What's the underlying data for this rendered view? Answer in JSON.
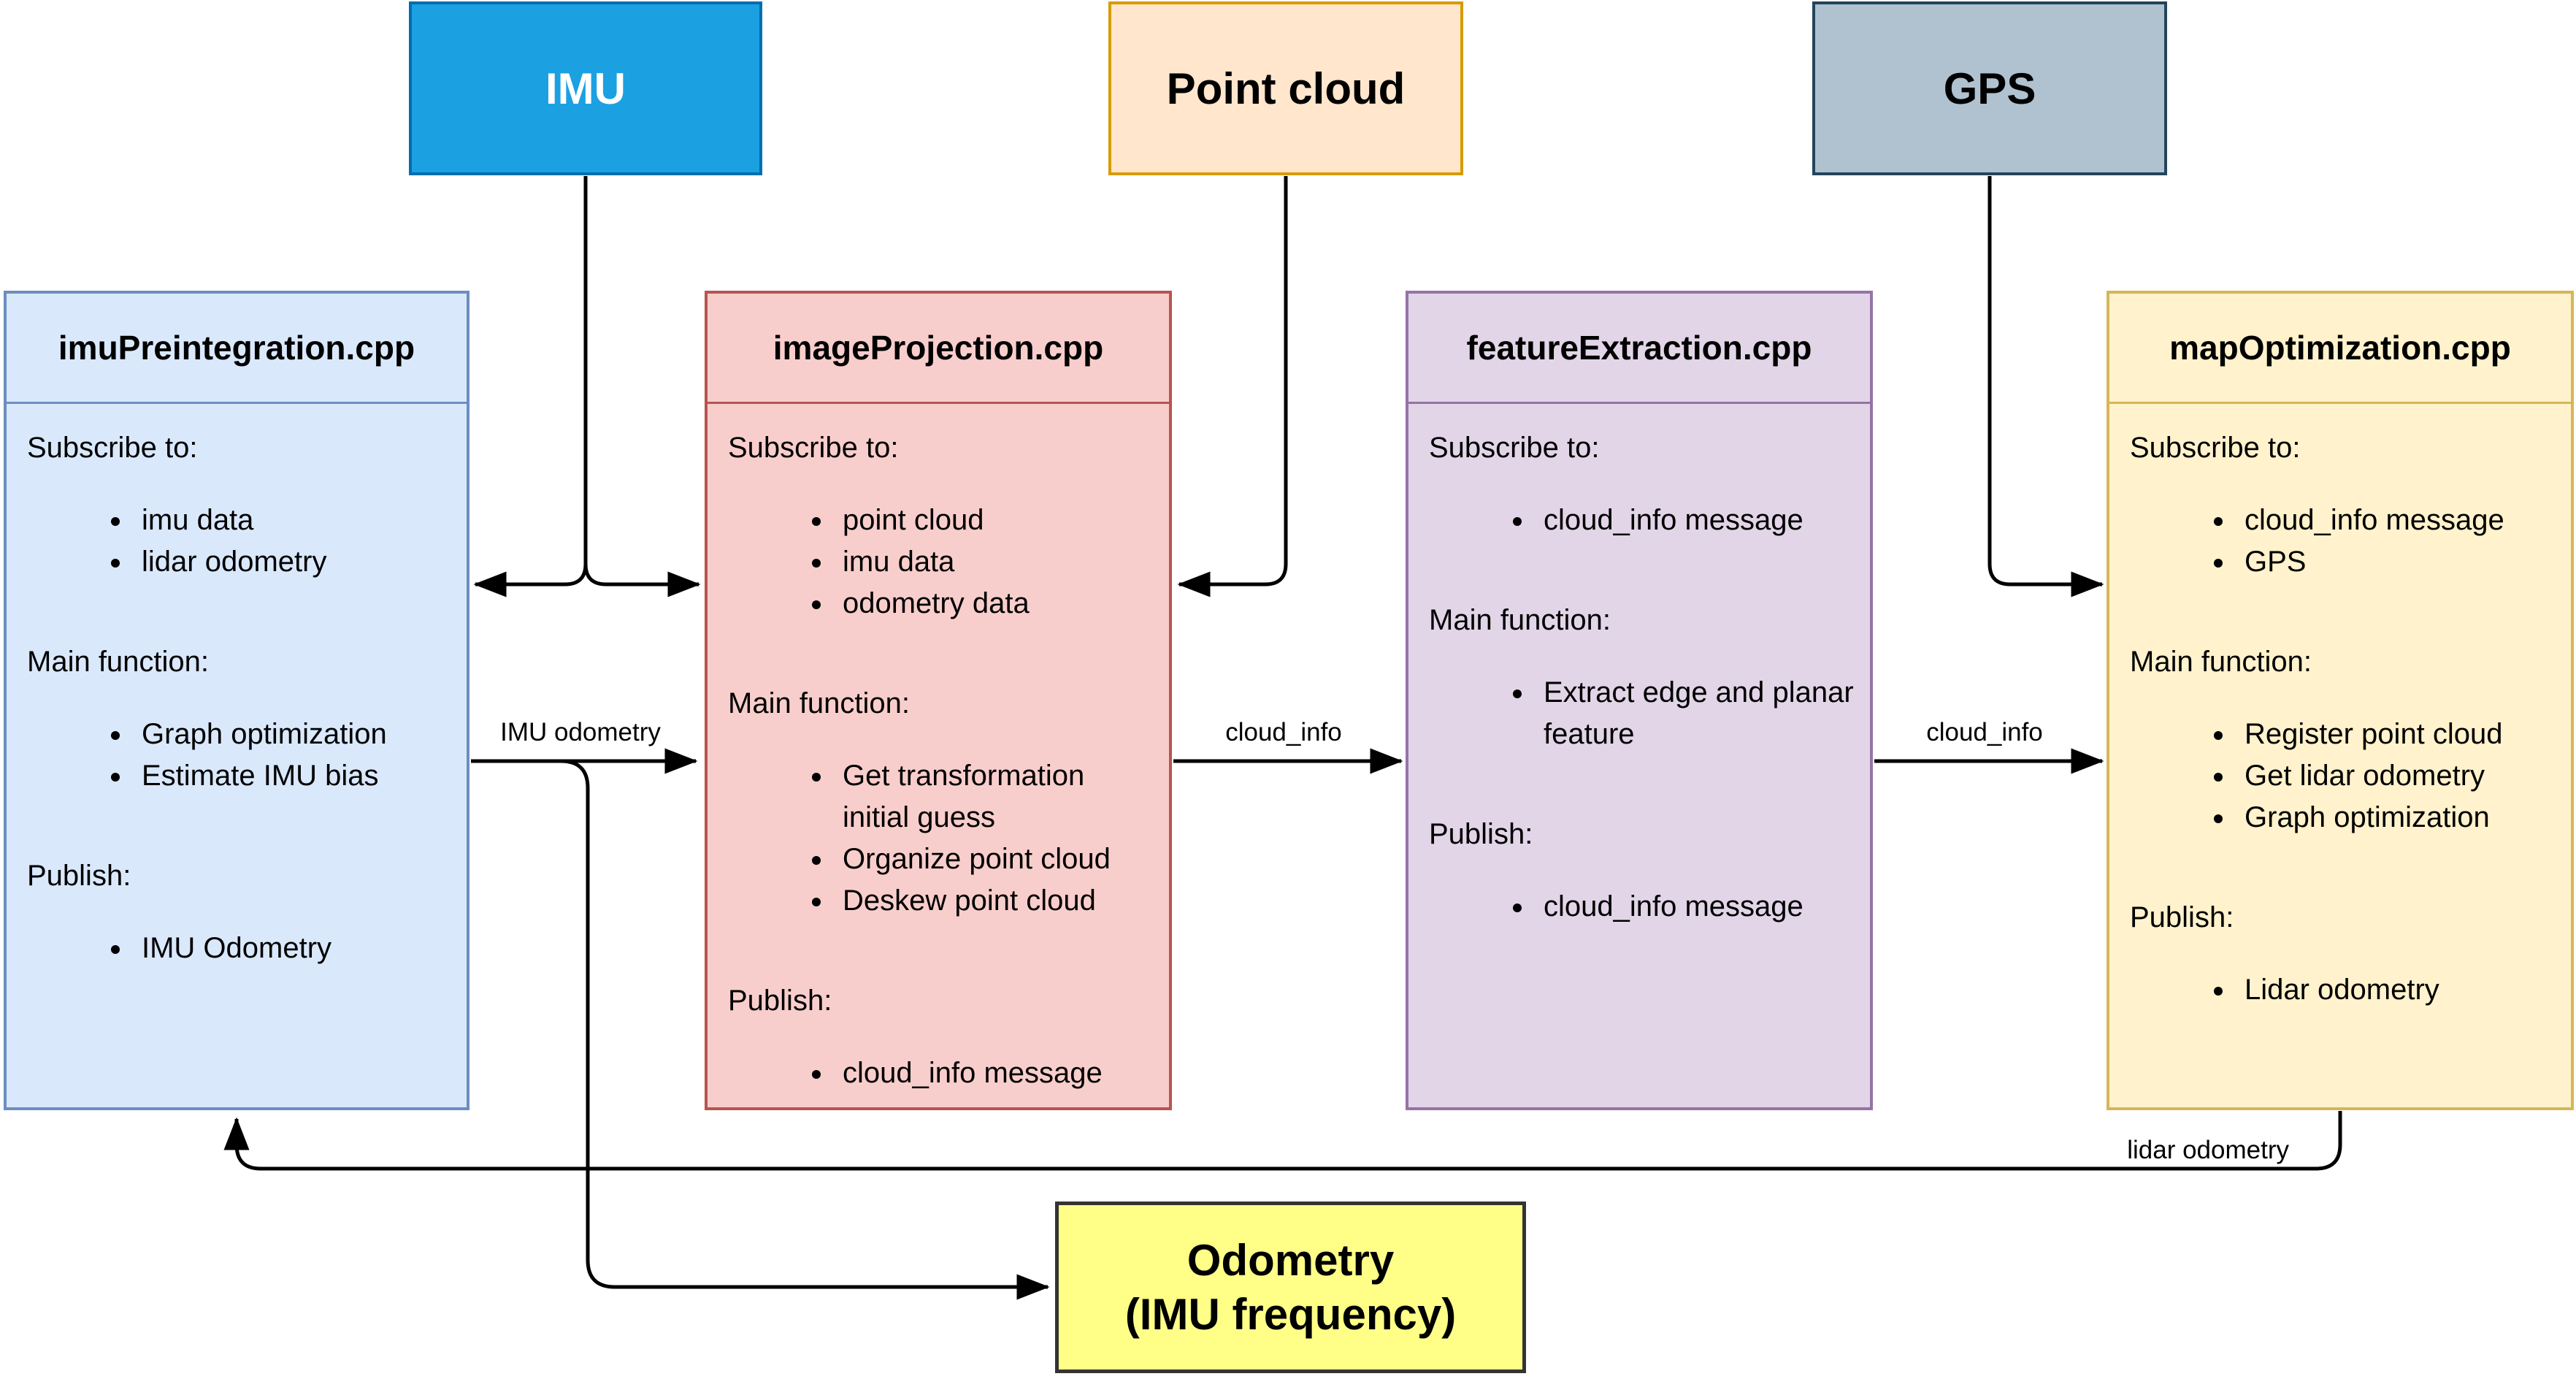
{
  "sources": [
    {
      "id": "imu",
      "label": "IMU"
    },
    {
      "id": "point_cloud",
      "label": "Point cloud"
    },
    {
      "id": "gps",
      "label": "GPS"
    }
  ],
  "nodes": [
    {
      "id": "imu_preintegration",
      "title": "imuPreintegration.cpp",
      "sections": [
        {
          "label": "Subscribe to:",
          "items": [
            "imu data",
            "lidar odometry"
          ]
        },
        {
          "label": "Main function:",
          "items": [
            "Graph optimization",
            "Estimate IMU bias"
          ]
        },
        {
          "label": "Publish:",
          "items": [
            "IMU Odometry"
          ]
        }
      ]
    },
    {
      "id": "image_projection",
      "title": "imageProjection.cpp",
      "sections": [
        {
          "label": "Subscribe to:",
          "items": [
            "point cloud",
            "imu data",
            "odometry data"
          ]
        },
        {
          "label": "Main function:",
          "items": [
            "Get transformation initial guess",
            "Organize point cloud",
            "Deskew point cloud"
          ]
        },
        {
          "label": "Publish:",
          "items": [
            "cloud_info message"
          ]
        }
      ]
    },
    {
      "id": "feature_extraction",
      "title": "featureExtraction.cpp",
      "sections": [
        {
          "label": "Subscribe to:",
          "items": [
            "cloud_info message"
          ]
        },
        {
          "label": "Main function:",
          "items": [
            "Extract edge and planar feature"
          ]
        },
        {
          "label": "Publish:",
          "items": [
            "cloud_info message"
          ]
        }
      ]
    },
    {
      "id": "map_optimization",
      "title": "mapOptimization.cpp",
      "sections": [
        {
          "label": "Subscribe to:",
          "items": [
            "cloud_info message",
            "GPS"
          ]
        },
        {
          "label": "Main function:",
          "items": [
            "Register point cloud",
            "Get lidar odometry",
            "Graph optimization"
          ]
        },
        {
          "label": "Publish:",
          "items": [
            "Lidar odometry"
          ]
        }
      ]
    }
  ],
  "output": {
    "label_line1": "Odometry",
    "label_line2": "(IMU frequency)"
  },
  "edge_labels": {
    "imu_odometry": "IMU odometry",
    "cloud_info_a": "cloud_info",
    "cloud_info_b": "cloud_info",
    "lidar_odometry": "lidar odometry"
  },
  "colors": {
    "background": "#ffffff",
    "edge": "#000000",
    "text": "#000000",
    "imu_fill": "#1ba1e2",
    "imu_stroke": "#006eaf",
    "imu_text": "#ffffff",
    "point_cloud_fill": "#ffe6cc",
    "point_cloud_stroke": "#d79b00",
    "gps_fill": "#b0c1cf",
    "gps_stroke": "#23445c",
    "imu_preintegration_fill": "#dae8fc",
    "imu_preintegration_stroke": "#6c8ebf",
    "image_projection_fill": "#f8cecc",
    "image_projection_stroke": "#b85450",
    "feature_extraction_fill": "#e1d5e7",
    "feature_extraction_stroke": "#9673a6",
    "map_optimization_fill": "#fff2cc",
    "map_optimization_stroke": "#d6b656",
    "odometry_fill": "#ffff88",
    "odometry_stroke": "#343434"
  }
}
